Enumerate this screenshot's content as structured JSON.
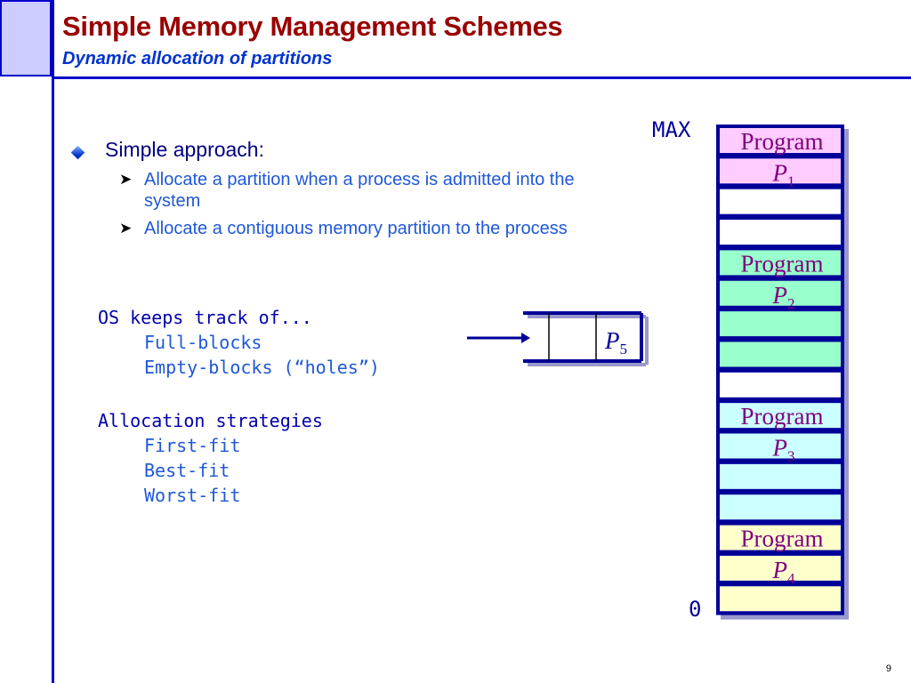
{
  "slide": {
    "title": "Simple Memory Management Schemes",
    "subtitle": "Dynamic allocation of partitions",
    "page_number": "9"
  },
  "content": {
    "bullet": "Simple approach:",
    "sub_bullets": [
      "Allocate a partition when a process is admitted into the system",
      "Allocate a contiguous memory partition to the process"
    ],
    "tracking": {
      "heading": "OS keeps track of...",
      "items": [
        "Full-blocks",
        "Empty-blocks (“holes”)"
      ]
    },
    "strategies": {
      "heading": "Allocation strategies",
      "items": [
        "First-fit",
        "Best-fit",
        "Worst-fit"
      ]
    }
  },
  "queue": {
    "process_letter": "P",
    "process_sub": "5"
  },
  "memory": {
    "max_label": "MAX",
    "min_label": "0",
    "program_label": "Program",
    "blocks": [
      {
        "kind": "program",
        "color": "#ffccff"
      },
      {
        "kind": "process",
        "letter": "P",
        "sub": "1",
        "color": "#ffccff"
      },
      {
        "kind": "empty",
        "color": "#ffffff"
      },
      {
        "kind": "empty",
        "color": "#ffffff"
      },
      {
        "kind": "program",
        "color": "#99ffcc"
      },
      {
        "kind": "process",
        "letter": "P",
        "sub": "2",
        "color": "#99ffcc"
      },
      {
        "kind": "fill",
        "color": "#99ffcc"
      },
      {
        "kind": "fill",
        "color": "#99ffcc"
      },
      {
        "kind": "empty",
        "color": "#ffffff"
      },
      {
        "kind": "program",
        "color": "#ccffff"
      },
      {
        "kind": "process",
        "letter": "P",
        "sub": "3",
        "color": "#ccffff"
      },
      {
        "kind": "fill",
        "color": "#ccffff"
      },
      {
        "kind": "fill",
        "color": "#ccffff"
      },
      {
        "kind": "program",
        "color": "#ffffcc"
      },
      {
        "kind": "process",
        "letter": "P",
        "sub": "4",
        "color": "#ffffcc"
      },
      {
        "kind": "fill",
        "color": "#ffffcc"
      }
    ],
    "border_color": "#000099",
    "text_color": "#800080"
  }
}
